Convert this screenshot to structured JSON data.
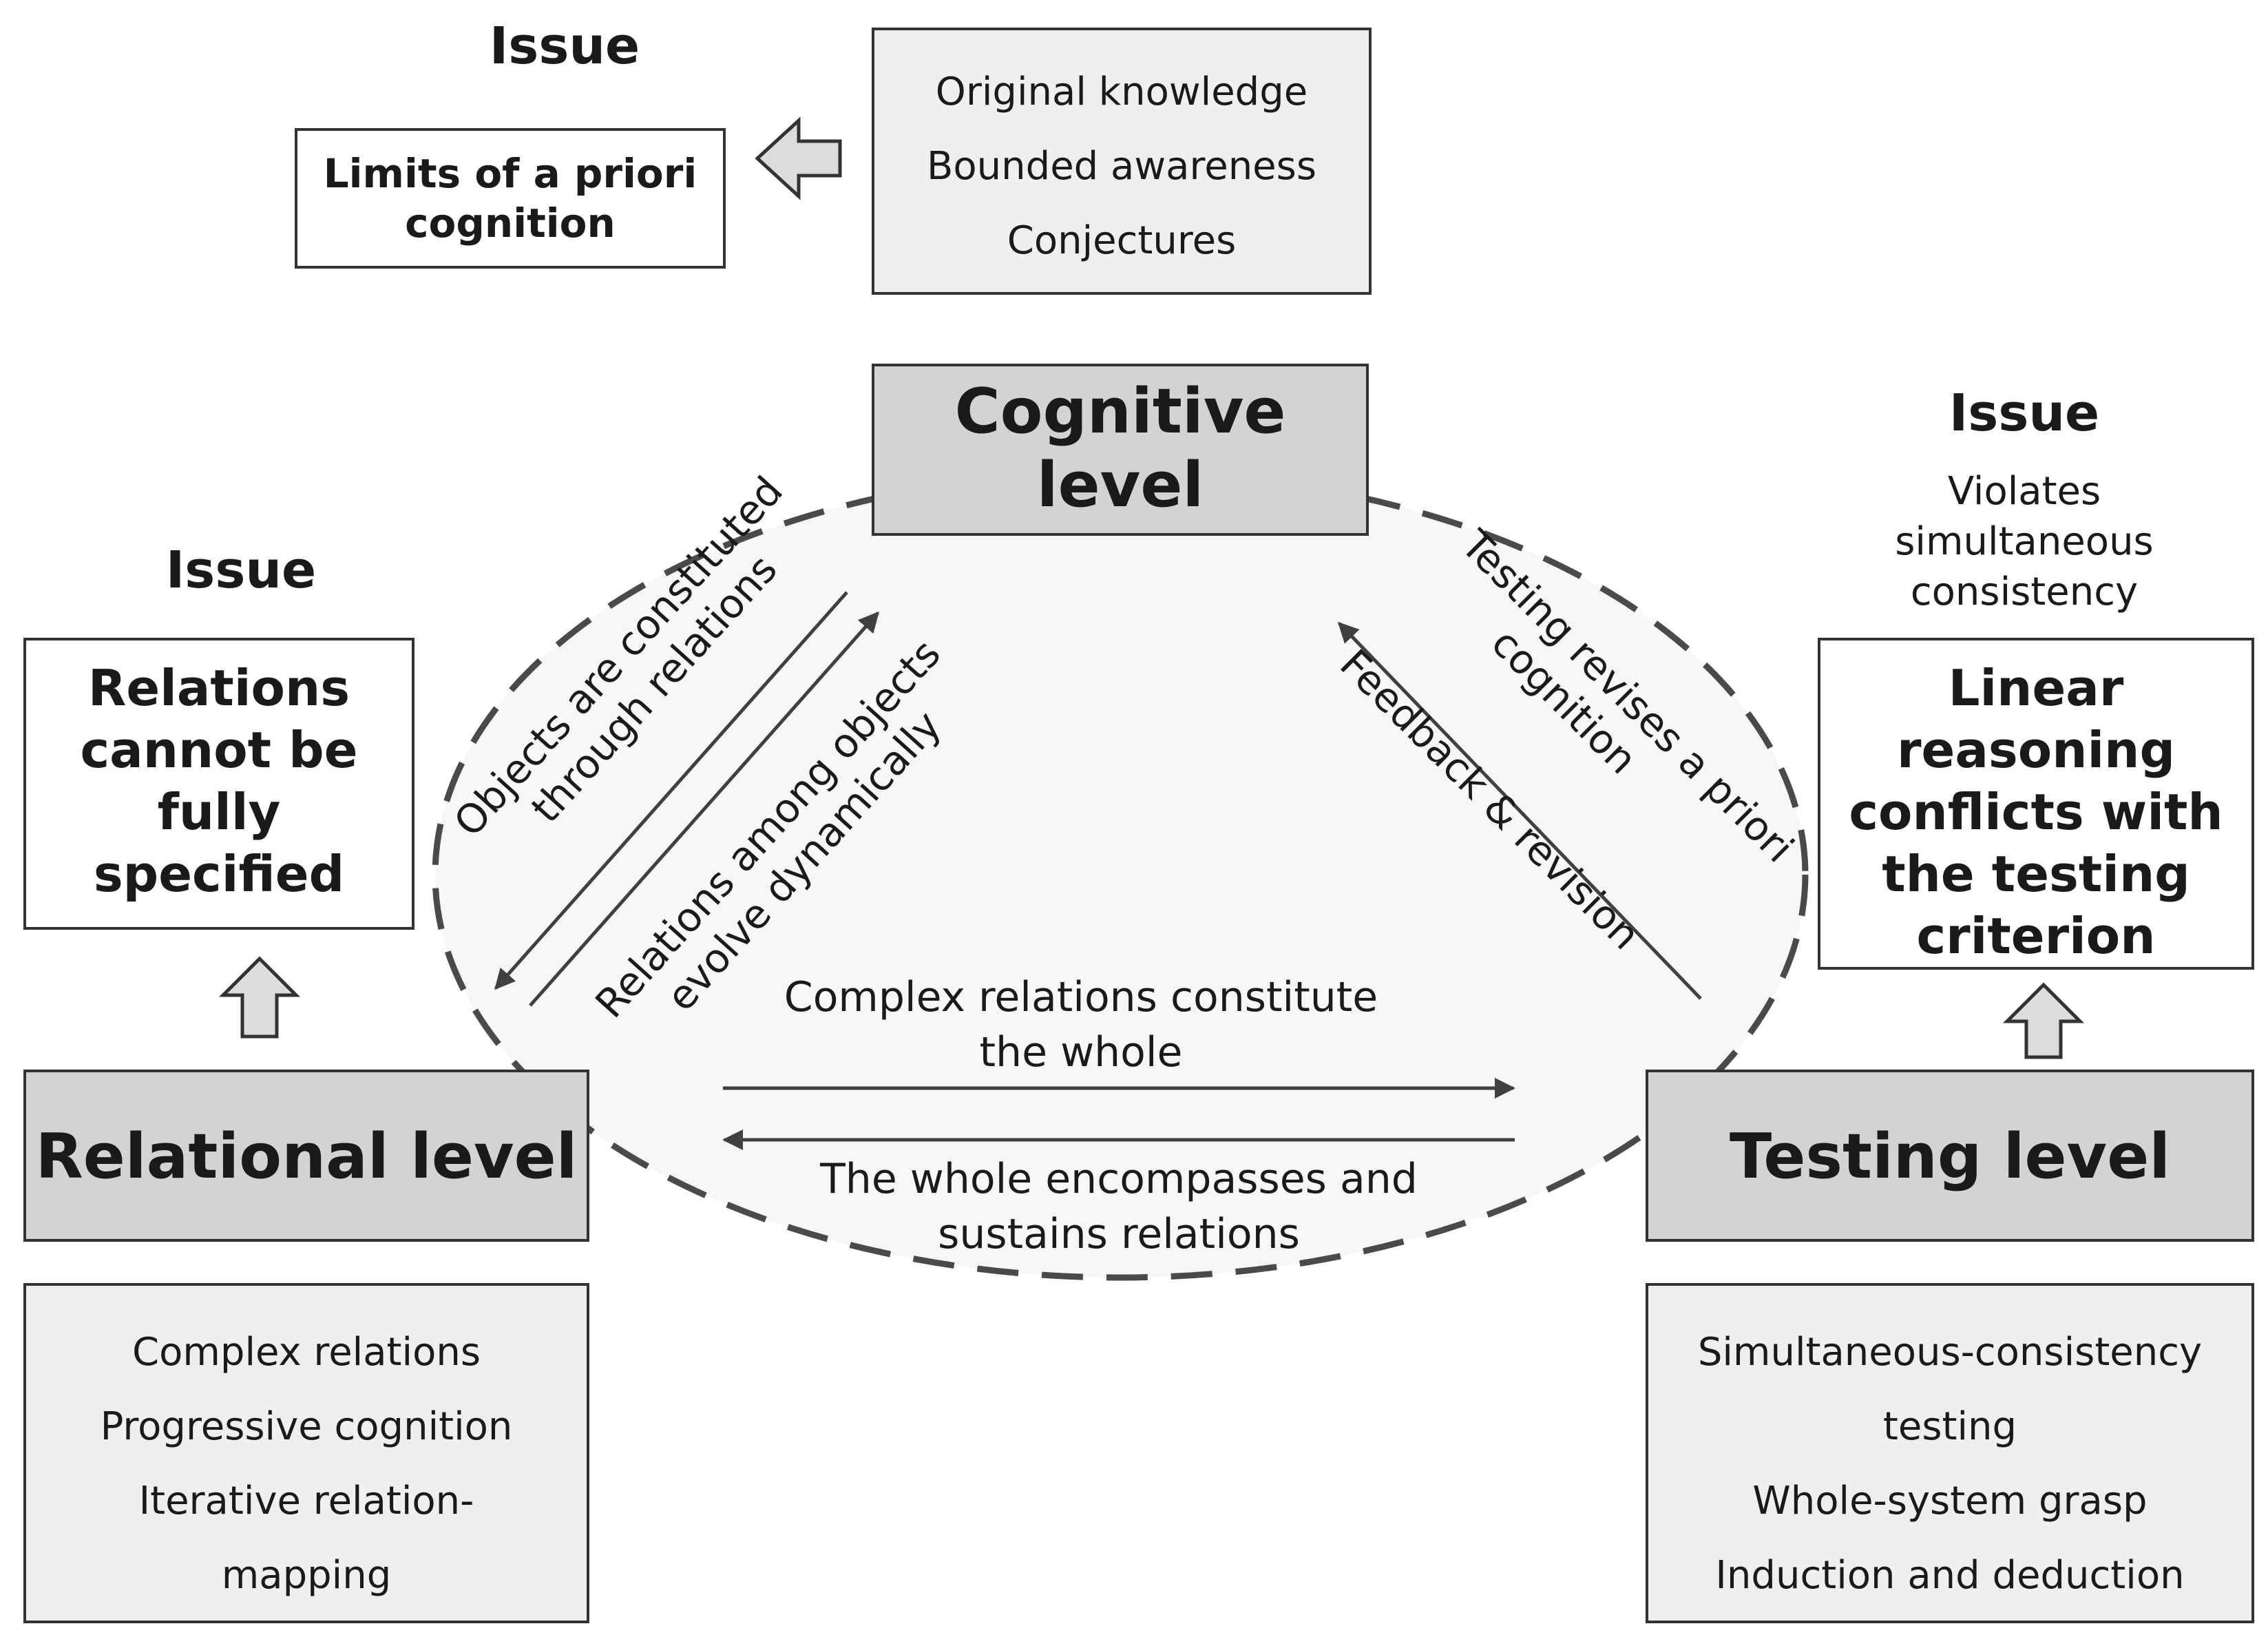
{
  "cognitive": {
    "title_line1": "Cognitive",
    "title_line2": "level",
    "issue_heading": "Issue",
    "issue_text_line1": "Limits of a priori",
    "issue_text_line2": "cognition",
    "features": [
      "Original knowledge",
      "Bounded awareness",
      "Conjectures"
    ]
  },
  "relational": {
    "title": "Relational level",
    "issue_heading": "Issue",
    "issue_lines": [
      "Relations",
      "cannot be",
      "fully",
      "specified"
    ],
    "features": [
      "Complex relations",
      "Progressive cognition",
      "Iterative relation-",
      "mapping"
    ]
  },
  "testing": {
    "title": "Testing level",
    "issue_heading": "Issue",
    "issue_sub_lines": [
      "Violates",
      "simultaneous",
      "consistency"
    ],
    "issue_lines": [
      "Linear",
      "reasoning",
      "conflicts with",
      "the testing",
      "criterion"
    ],
    "features": [
      "Simultaneous-consistency",
      "testing",
      "Whole-system grasp",
      "Induction and deduction"
    ]
  },
  "links": {
    "cog_to_rel": [
      "Objects are constituted",
      "through relations"
    ],
    "rel_to_cog": [
      "Relations among objects",
      "evolve dynamically"
    ],
    "test_to_cog_a": [
      "Testing revises a priori",
      "cognition"
    ],
    "test_to_cog_b": "Feedback & revision",
    "rel_to_test": [
      "Complex relations constitute",
      "the whole"
    ],
    "test_to_rel": [
      "The whole encompasses and",
      "sustains relations"
    ]
  },
  "colors": {
    "level_box_fill": "#d3d3d3",
    "feature_box_fill": "#efefef",
    "ellipse_fill": "#f7f7f7",
    "arrow_stroke": "#404040"
  }
}
